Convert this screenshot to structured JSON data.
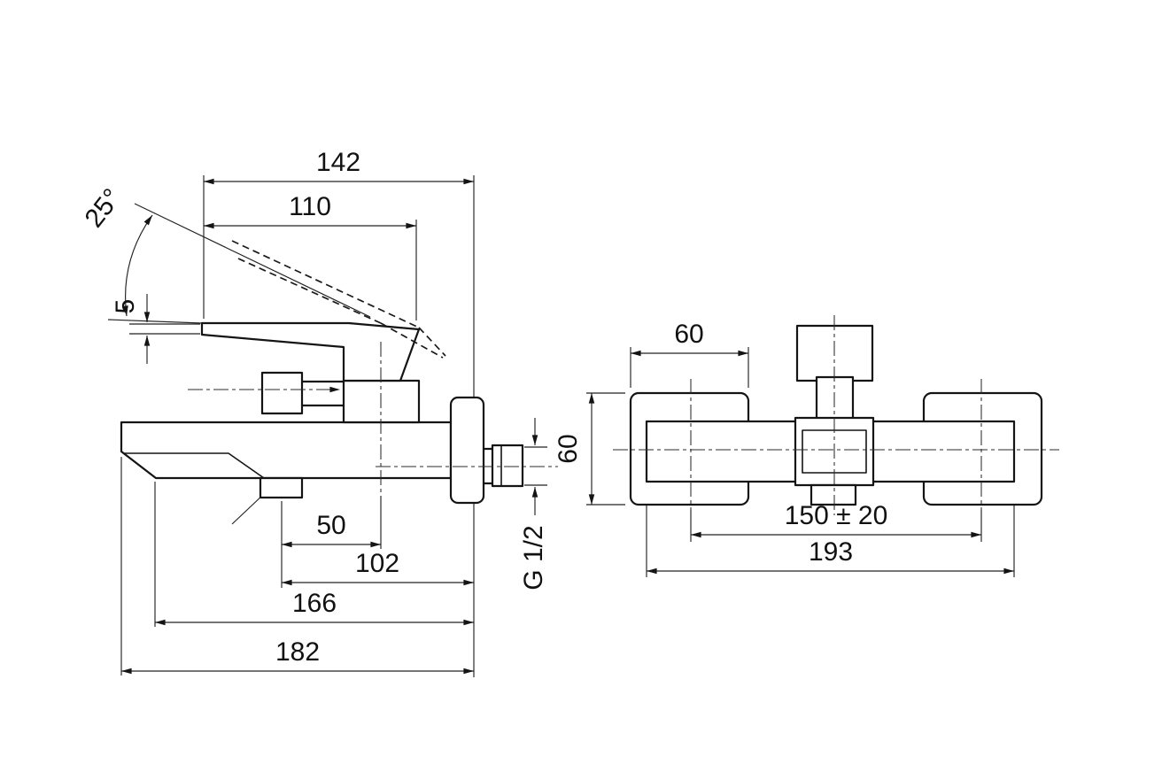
{
  "side": {
    "d142": "142",
    "d110": "110",
    "angle": "25°",
    "d5": "5",
    "d50": "50",
    "d102": "102",
    "d166": "166",
    "d182": "182",
    "thread": "G 1/2"
  },
  "front": {
    "d60w": "60",
    "d60h": "60",
    "spacing": "150 ± 20",
    "d193": "193"
  }
}
